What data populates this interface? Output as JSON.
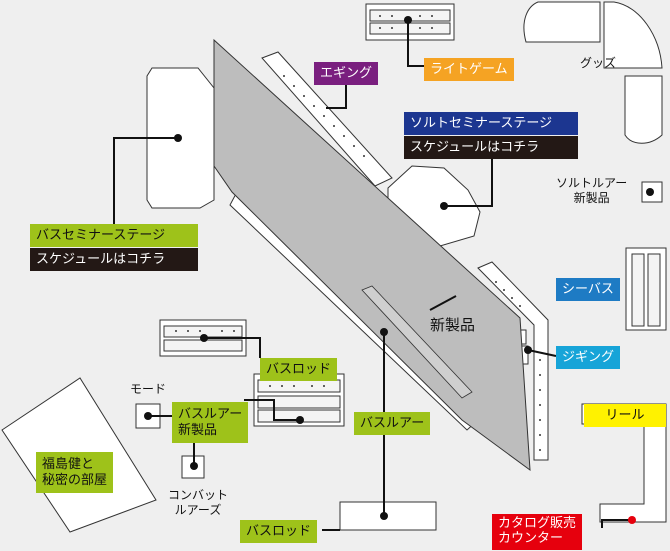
{
  "labels": {
    "eging": "エギング",
    "light_game": "ライトゲーム",
    "goods": "グッズ",
    "salt_seminar_stage": "ソルトセミナーステージ",
    "schedule_1": "スケジュールはコチラ",
    "salt_lure_new_1": "ソルトルアー",
    "salt_lure_new_2": "新製品",
    "bass_seminar_stage": "バスセミナーステージ",
    "schedule_2": "スケジュールはコチラ",
    "sea_bass": "シーバス",
    "new_products": "新製品",
    "jigging": "ジギング",
    "bass_rod_1": "バスロッド",
    "mode": "モード",
    "bass_lure_new_1": "バスルアー",
    "bass_lure_new_2": "新製品",
    "fukushima_1": "福島健と",
    "fukushima_2": "秘密の部屋",
    "bass_lure": "バスルアー",
    "reel": "リール",
    "convert_1": "コンバット",
    "convert_2": "ルアーズ",
    "bass_rod_2": "バスロッド",
    "catalog_1": "カタログ販売",
    "catalog_2": "カウンター"
  },
  "colors": {
    "background": "#efefef",
    "booth_fill": "#ffffff",
    "main_area": "#bdbdbd",
    "eging": "#7a1f7f",
    "light_game": "#f5a323",
    "salt_stage": "#1c3690",
    "schedule": "#231815",
    "bass_green": "#9ec21a",
    "sea_bass": "#1e7bc4",
    "jigging": "#17a4d8",
    "reel": "#fff200",
    "catalog": "#e6000d"
  }
}
